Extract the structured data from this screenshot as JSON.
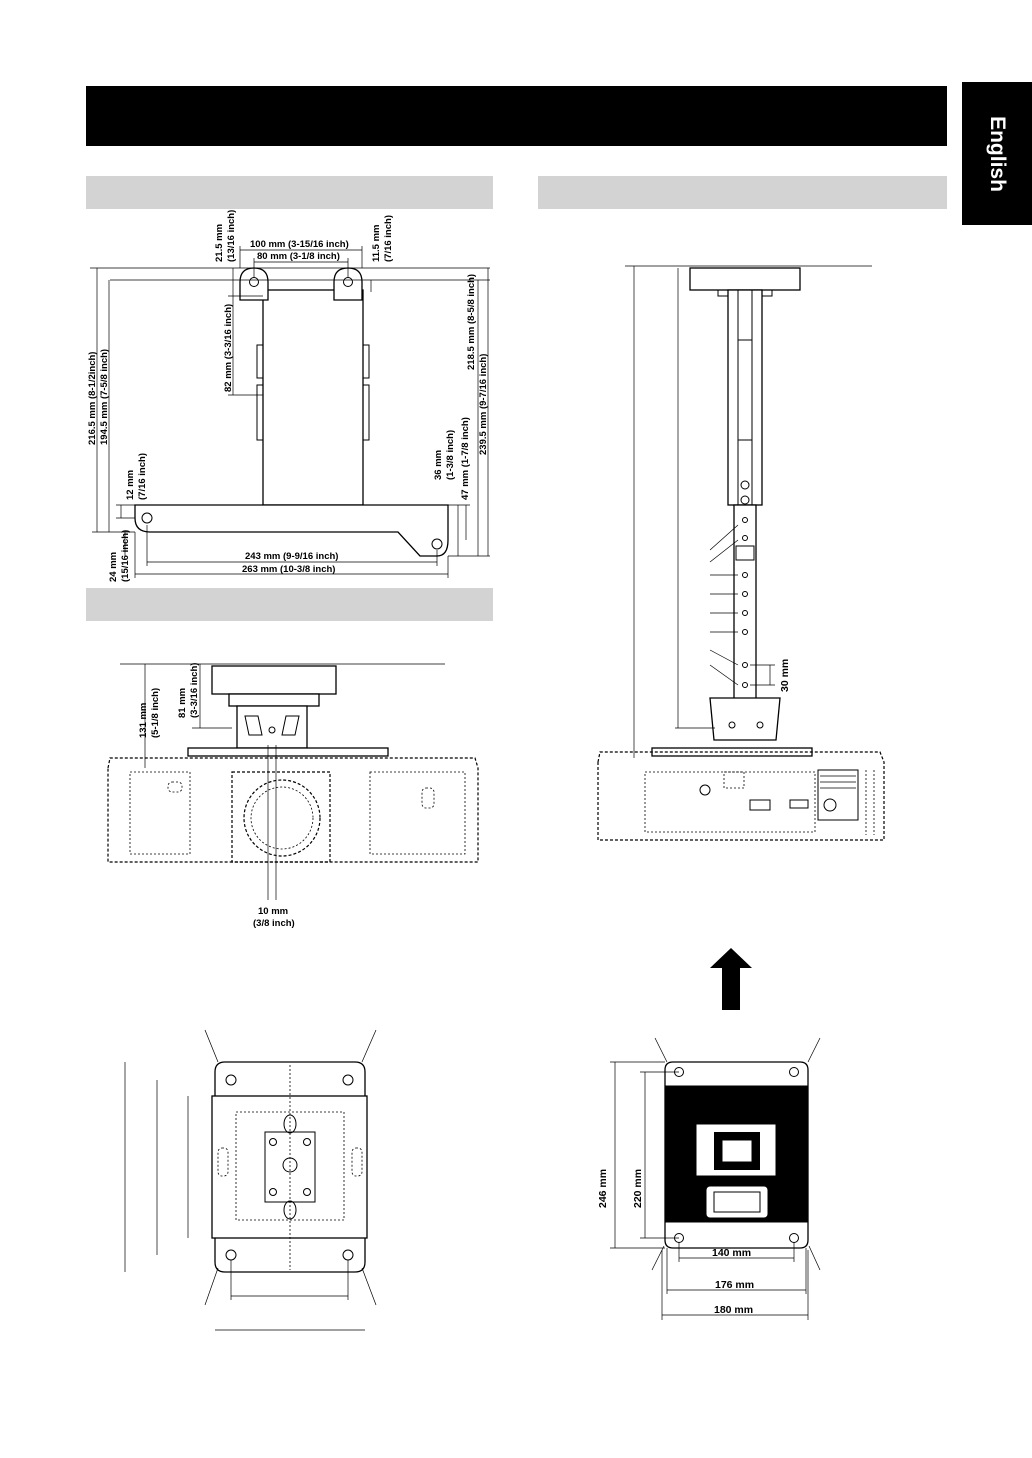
{
  "language_tab": "English",
  "colors": {
    "title_bar": "#000000",
    "section_bar": "#d3d3d3",
    "tab": "#000000"
  },
  "diagram_top": {
    "d_100": "100 mm (3-15/16 inch)",
    "d_80": "80 mm (3-1/8 inch)",
    "d_21_5": "21.5 mm",
    "d_21_5_in": "(13/16 inch)",
    "d_11_5": "11.5 mm",
    "d_11_5_in": "(7/16 inch)",
    "d_82": "82 mm (3-3/16 inch)",
    "d_216_5": "216.5 mm (8-1/2inch)",
    "d_194_5": "194.5 mm (7-5/8 inch)",
    "d_12": "12 mm",
    "d_12_in": "(7/16 inch)",
    "d_24": "24 mm",
    "d_24_in": "(15/16 inch)",
    "d_218_5": "218.5 mm (8-5/8 inch)",
    "d_239_5": "239.5 mm (9-7/16 inch)",
    "d_47": "47 mm (1-7/8 inch)",
    "d_36": "36 mm",
    "d_36_in": "(1-3/8 inch)",
    "d_243": "243 mm (9-9/16 inch)",
    "d_263": "263 mm (10-3/8 inch)"
  },
  "diagram_middle": {
    "d_131": "131 mm",
    "d_131_in": "(5-1/8 inch)",
    "d_81": "81 mm",
    "d_81_in": "(3-3/16 inch)",
    "d_10": "10 mm",
    "d_10_in": "(3/8 inch)"
  },
  "diagram_right": {
    "d_30": "30 mm"
  },
  "diagram_bottom_right": {
    "d_246": "246 mm",
    "d_220": "220 mm",
    "d_140": "140 mm",
    "d_176": "176 mm",
    "d_180": "180 mm"
  }
}
